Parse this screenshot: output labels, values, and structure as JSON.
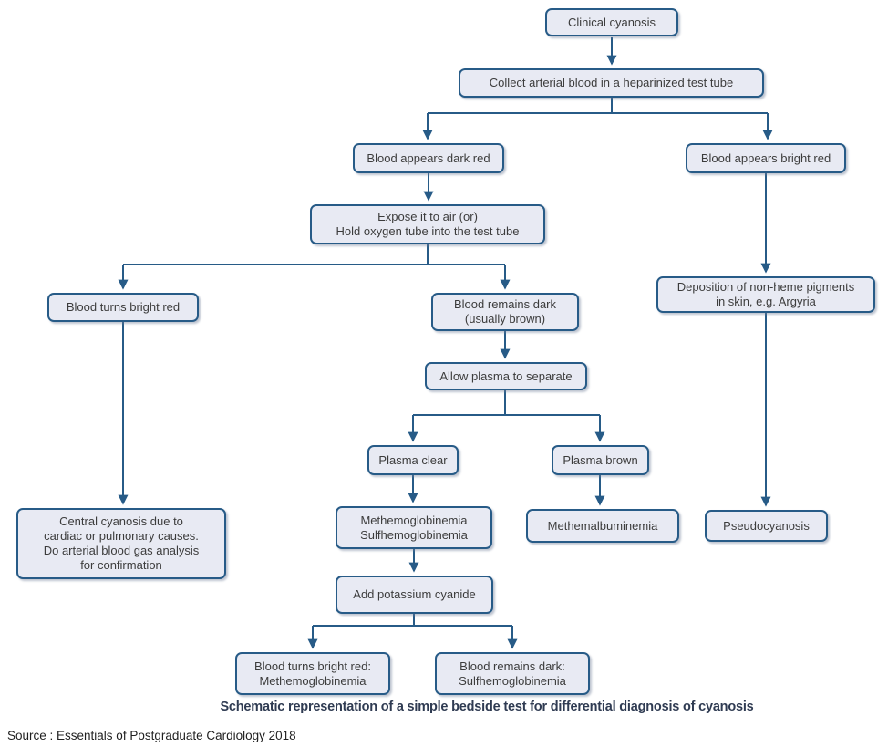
{
  "diagram": {
    "title_caption": "Schematic representation of a simple bedside test for differential diagnosis of cyanosis",
    "source_line": "Source : Essentials of Postgraduate Cardiology 2018",
    "nodes": {
      "clinical_cyanosis": "Clinical cyanosis",
      "collect_blood": "Collect arterial blood in a heparinized test tube",
      "dark_red": "Blood appears dark red",
      "bright_red": "Blood appears bright red",
      "expose_air": "Expose it to air (or)\nHold oxygen tube into the test tube",
      "turns_bright_red": "Blood turns bright red",
      "remains_dark": "Blood remains dark\n(usually brown)",
      "deposition": "Deposition of non-heme pigments\nin skin, e.g. Argyria",
      "allow_plasma": "Allow plasma to separate",
      "plasma_clear": "Plasma clear",
      "plasma_brown": "Plasma brown",
      "central_cyanosis": "Central cyanosis due to\ncardiac or pulmonary causes.\nDo arterial blood gas analysis\nfor confirmation",
      "methemo_sulfhemo": "Methemoglobinemia\nSulfhemoglobinemia",
      "methemalbuminemia": "Methemalbuminemia",
      "pseudocyanosis": "Pseudocyanosis",
      "add_kcn": "Add potassium cyanide",
      "kcn_bright": "Blood turns bright red:\nMethemoglobinemia",
      "kcn_dark": "Blood remains dark:\nSulfhemoglobinemia"
    },
    "colors": {
      "box_fill": "#e8eaf3",
      "box_border": "#275b87",
      "arrow": "#275b87",
      "text": "#3c3c3c",
      "caption": "#2f3b52",
      "source": "#1f1f1f"
    }
  }
}
